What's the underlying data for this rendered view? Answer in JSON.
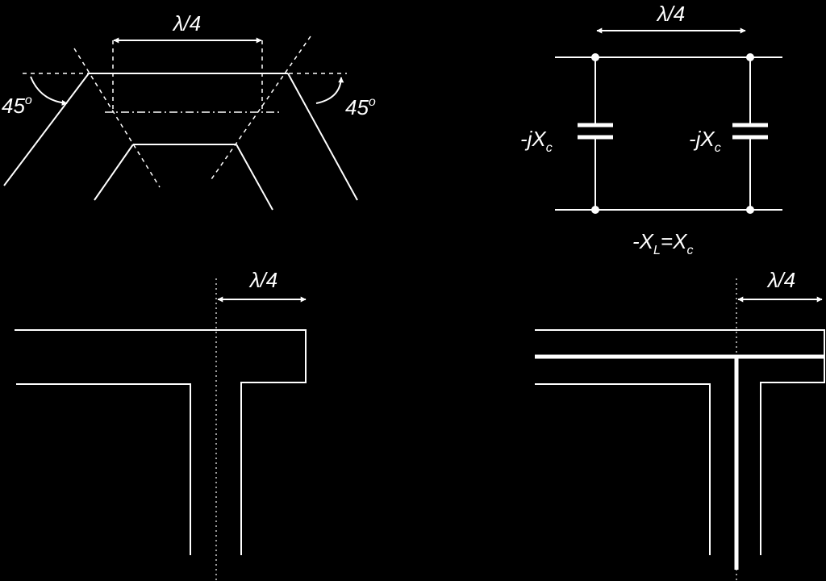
{
  "top_left": {
    "spacing_label": "λ/4",
    "angle_left_label": "45",
    "angle_right_label": "45",
    "angle_unit": "o"
  },
  "top_right": {
    "spacing_label": "λ/4",
    "left_cap_label": {
      "prefix": "-jX",
      "sub": "c"
    },
    "right_cap_label": {
      "prefix": "-jX",
      "sub": "c"
    },
    "relation": {
      "part1": "-X",
      "sub1": "L",
      "part2": "=X",
      "sub2": "c"
    }
  },
  "bottom_left": {
    "stub_label": "λ/4"
  },
  "bottom_right": {
    "stub_label": "λ/4"
  }
}
